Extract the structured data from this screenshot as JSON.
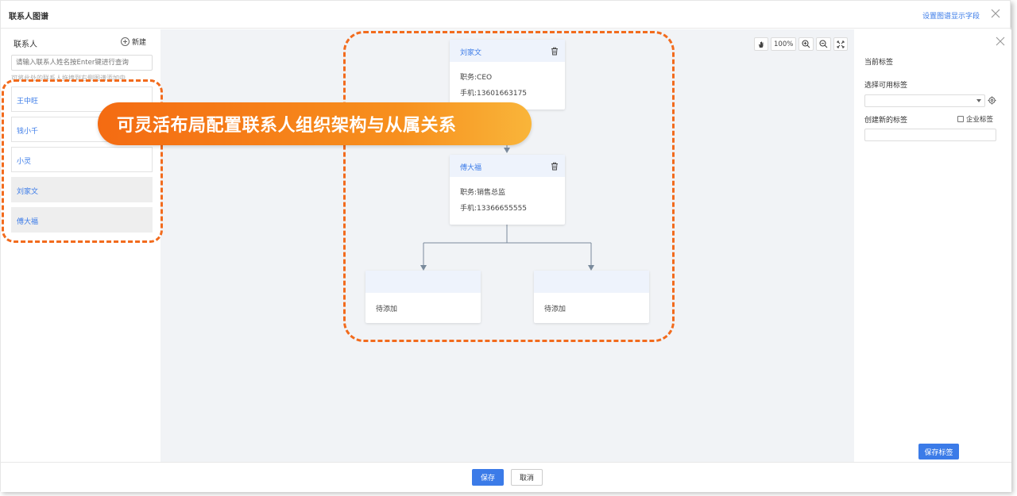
{
  "header": {
    "title": "联系人图谱",
    "settings_link": "设置图谱显示字段"
  },
  "sidebar": {
    "title": "联系人",
    "new_label": "新建",
    "search_placeholder": "请输入联系人姓名按Enter键进行查询",
    "hint": "可将此处的联系人拖拽到右侧图谱添加中",
    "contacts": [
      {
        "name": "王中旺",
        "placed": false
      },
      {
        "name": "钱小千",
        "placed": false
      },
      {
        "name": "小灵",
        "placed": false
      },
      {
        "name": "刘家文",
        "placed": true
      },
      {
        "name": "傅大福",
        "placed": true
      }
    ]
  },
  "toolbar": {
    "zoom": "100%"
  },
  "graph": {
    "nodes": [
      {
        "name": "刘家文",
        "title": "职务:CEO",
        "phone": "手机:13601663175"
      },
      {
        "name": "傅大福",
        "title": "职务:销售总监",
        "phone": "手机:13366655555"
      },
      {
        "name": "",
        "body": "待添加"
      },
      {
        "name": "",
        "body": "待添加"
      }
    ]
  },
  "banner": "可灵活布局配置联系人组织架构与从属关系",
  "right_panel": {
    "current_tags_label": "当前标签",
    "select_tags_label": "选择可用标签",
    "create_tag_label": "创建新的标签",
    "enterprise_tag_label": "企业标签",
    "save_tag_label": "保存标签"
  },
  "footer": {
    "save_label": "保存",
    "cancel_label": "取消"
  },
  "colors": {
    "accent": "#3b7be8",
    "highlight": "#f26b1d",
    "canvas_bg": "#f1f3f6"
  }
}
